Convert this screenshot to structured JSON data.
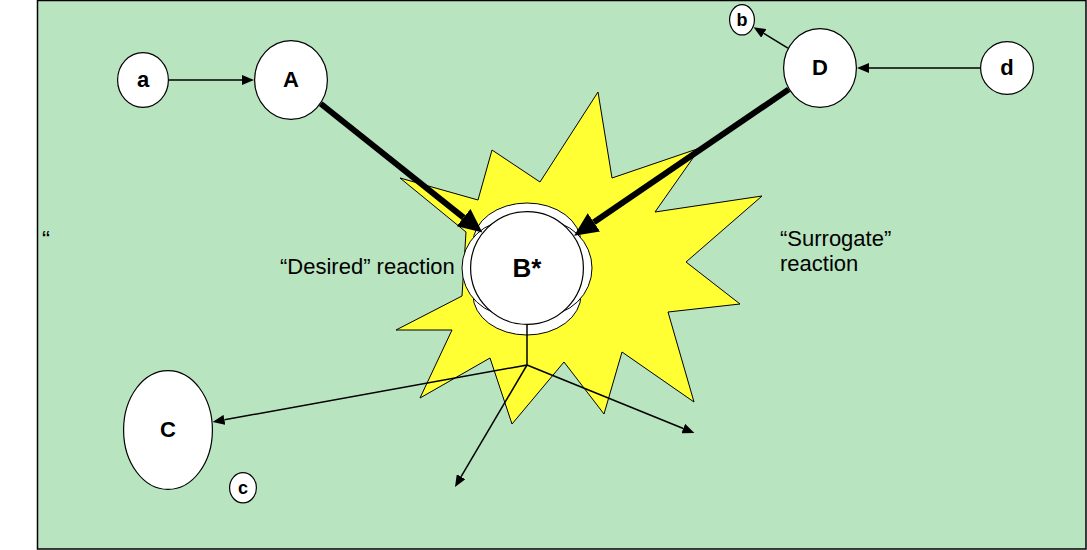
{
  "diagram": {
    "nodes": [
      {
        "text": [
          "a"
        ]
      },
      {
        "text": [
          "A"
        ]
      },
      {
        "text": [
          "b"
        ]
      },
      {
        "text": [
          "D"
        ]
      },
      {
        "text": [
          "d"
        ]
      },
      {
        "text": [
          "B*"
        ]
      },
      {
        "text": [
          "C"
        ]
      },
      {
        "text": [
          "c"
        ]
      }
    ],
    "edges": [
      {
        "from": 0,
        "to": 1,
        "arrow": "to"
      },
      {
        "from": 4,
        "to": 3,
        "arrow": "to"
      },
      {
        "from": 3,
        "to": 2,
        "arrow": "to"
      },
      {
        "from": 1,
        "to": 5,
        "arrow": "to"
      },
      {
        "from": 3,
        "to": 5,
        "arrow": "to"
      },
      {
        "from": 5,
        "to": 6,
        "arrow": "to"
      }
    ],
    "labels": [
      "“",
      "“Desired” reaction",
      "“Surrogate” reaction"
    ]
  }
}
